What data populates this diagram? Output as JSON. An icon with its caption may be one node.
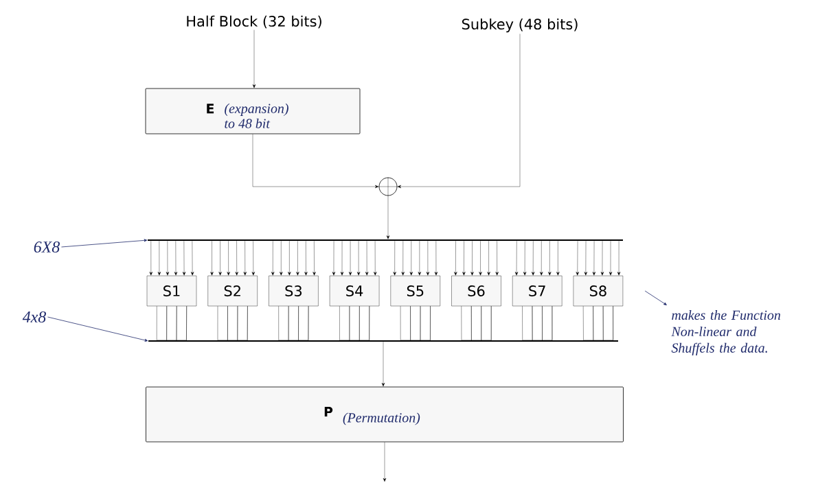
{
  "diagram": {
    "nodes": [
      {
        "text": [
          "Half Block (32 bits)"
        ]
      },
      {
        "text": [
          "Subkey (48 bits)"
        ]
      },
      {
        "text": [
          "E",
          "(expansion) to 48 bit"
        ]
      },
      {
        "text": [],
        "shape": "circle"
      },
      {
        "text": [],
        "shape": "bar"
      },
      {
        "text": [
          "S1"
        ]
      },
      {
        "text": [
          "S2"
        ]
      },
      {
        "text": [
          "S3"
        ]
      },
      {
        "text": [
          "S4"
        ]
      },
      {
        "text": [
          "S5"
        ]
      },
      {
        "text": [
          "S6"
        ]
      },
      {
        "text": [
          "S7"
        ]
      },
      {
        "text": [
          "S8"
        ]
      },
      {
        "text": [],
        "shape": "bar"
      },
      {
        "text": [
          "P",
          "(Permutation)"
        ]
      },
      {
        "text": [
          "6X8"
        ]
      },
      {
        "text": [
          "4x8"
        ]
      },
      {
        "text": [
          "makes the Function Non-linear and Shuffels the data."
        ]
      }
    ],
    "edges": [
      {
        "from": 0,
        "to": 2,
        "arrow": "to"
      },
      {
        "from": 2,
        "to": 3,
        "arrow": "to"
      },
      {
        "from": 1,
        "to": 3,
        "arrow": "to"
      },
      {
        "from": 3,
        "to": 4,
        "arrow": "to"
      },
      {
        "from": 4,
        "to": 5,
        "arrow": "to"
      },
      {
        "from": 4,
        "to": 6,
        "arrow": "to"
      },
      {
        "from": 4,
        "to": 7,
        "arrow": "to"
      },
      {
        "from": 4,
        "to": 8,
        "arrow": "to"
      },
      {
        "from": 4,
        "to": 9,
        "arrow": "to"
      },
      {
        "from": 4,
        "to": 10,
        "arrow": "to"
      },
      {
        "from": 4,
        "to": 11,
        "arrow": "to"
      },
      {
        "from": 4,
        "to": 12,
        "arrow": "to"
      },
      {
        "from": 5,
        "to": 13,
        "arrow": "none"
      },
      {
        "from": 6,
        "to": 13,
        "arrow": "none"
      },
      {
        "from": 7,
        "to": 13,
        "arrow": "none"
      },
      {
        "from": 8,
        "to": 13,
        "arrow": "none"
      },
      {
        "from": 9,
        "to": 13,
        "arrow": "none"
      },
      {
        "from": 10,
        "to": 13,
        "arrow": "none"
      },
      {
        "from": 11,
        "to": 13,
        "arrow": "none"
      },
      {
        "from": 12,
        "to": 13,
        "arrow": "none"
      },
      {
        "from": 13,
        "to": 14,
        "arrow": "to"
      },
      {
        "from": 14,
        "to": null,
        "arrow": "to"
      },
      {
        "from": 15,
        "to": 4,
        "arrow": "to",
        "color": "#1f2a6b"
      },
      {
        "from": 16,
        "to": 13,
        "arrow": "to",
        "color": "#1f2a6b"
      },
      {
        "from": 12,
        "to": 17,
        "arrow": "to",
        "color": "#1f2a6b"
      }
    ]
  }
}
